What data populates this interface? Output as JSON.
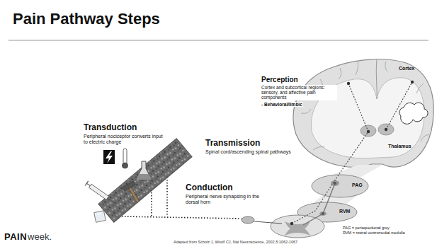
{
  "diagram": {
    "title": "Pain Pathway Steps",
    "caption": "Adapted from Scholz J, Woolf CJ, Nat Neuroscience, 2002,5:1062-1067",
    "labels": [
      "Transduction",
      "Peripheral nociceptor converts input to electric charge",
      "Perception",
      "Cortex and subcortical regions: sensory, and affective pain components",
      "- Behavioral/limbic",
      "Transmission",
      "Spinal cord/ascending spinal pathways",
      "Conduction",
      "Peripheral nerve synapsing in the dorsal horn",
      "Cortex",
      "Thalamus",
      "PAG",
      "RVM",
      "PAG = periaqueductal grey",
      "RVM = rostral ventromedial medulla",
      "PAIN",
      "week."
    ]
  }
}
